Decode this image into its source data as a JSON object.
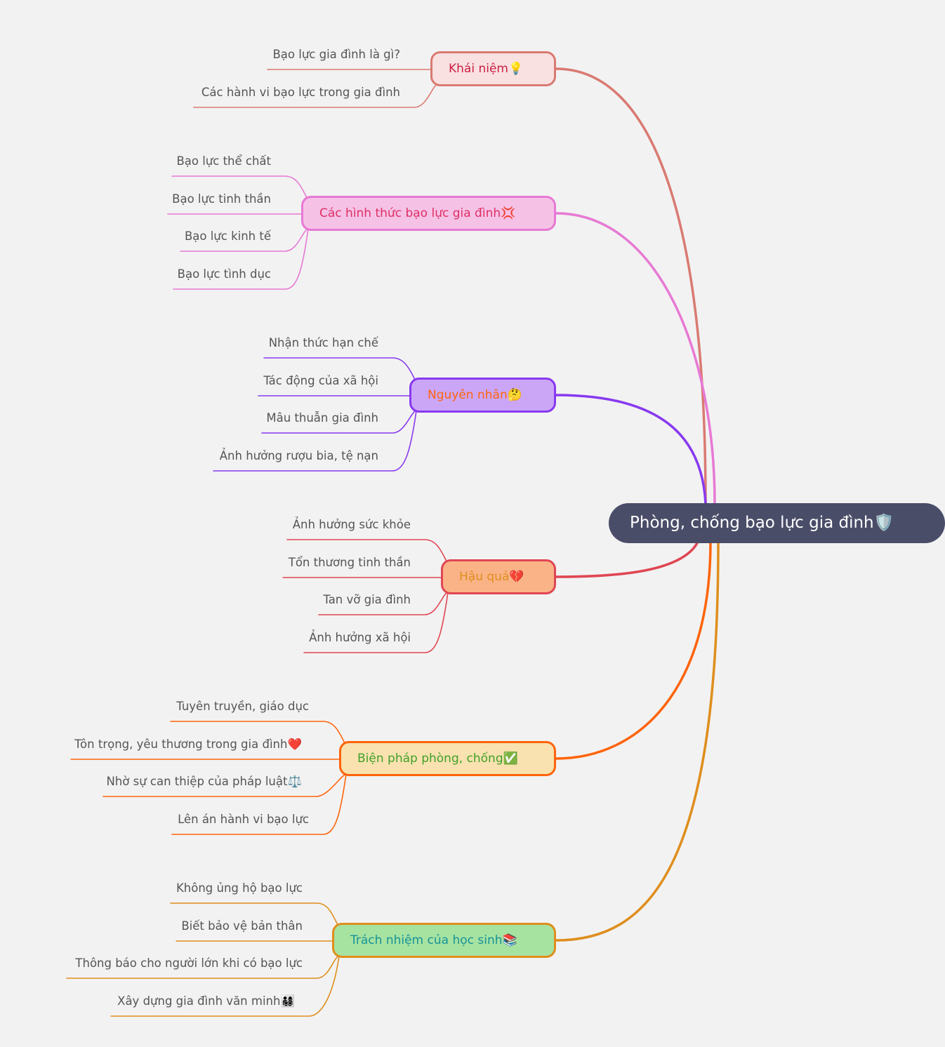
{
  "root": {
    "label": "Phòng, chống bạo lực gia đình🛡️",
    "fill": "#4a4d68",
    "text_color": "#ffffff"
  },
  "branches": [
    {
      "label": "Khái niệm💡",
      "fill": "#f9e1e2",
      "stroke": "#d97a72",
      "text_color": "#cc1f43",
      "items": [
        "Bạo lực gia đình là gì?",
        "Các hành vi bạo lực trong gia đình"
      ]
    },
    {
      "label": "Các hình thức bạo lực gia đình💢",
      "fill": "#f5c2e6",
      "stroke": "#e779d4",
      "text_color": "#df2f64",
      "items": [
        "Bạo lực thể chất",
        "Bạo lực tinh thần",
        "Bạo lực kinh tế",
        "Bạo lực tình dục"
      ]
    },
    {
      "label": "Nguyên nhân🤔",
      "fill": "#cba6f7",
      "stroke": "#8839ef",
      "text_color": "#fe640b",
      "items": [
        "Nhận thức hạn chế",
        "Tác động của xã hội",
        "Mâu thuẫn gia đình",
        "Ảnh hưởng rượu bia, tệ nạn"
      ]
    },
    {
      "label": "Hậu quả💔",
      "fill": "#fab387",
      "stroke": "#e04653",
      "text_color": "#df8e1d",
      "items": [
        "Ảnh hưởng sức khỏe",
        "Tổn thương tinh thần",
        "Tan vỡ gia đình",
        "Ảnh hưởng xã hội"
      ]
    },
    {
      "label": "Biện pháp phòng, chống✅",
      "fill": "#f9e2af",
      "stroke": "#fe640b",
      "text_color": "#40a02b",
      "items": [
        "Tuyên truyền, giáo dục",
        "Tôn trọng, yêu thương trong gia đình❤️",
        "Nhờ sự can thiệp của pháp luật⚖️",
        "Lên án hành vi bạo lực"
      ]
    },
    {
      "label": "Trách nhiệm của học sinh📚",
      "fill": "#a6e3a1",
      "stroke": "#df8e1d",
      "text_color": "#179299",
      "items": [
        "Không ủng hộ bạo lực",
        "Biết bảo vệ bản thân",
        "Thông báo cho người lớn khi có bạo lực",
        "Xây dựng gia đình văn minh👨‍👩‍👧‍👦"
      ]
    }
  ]
}
